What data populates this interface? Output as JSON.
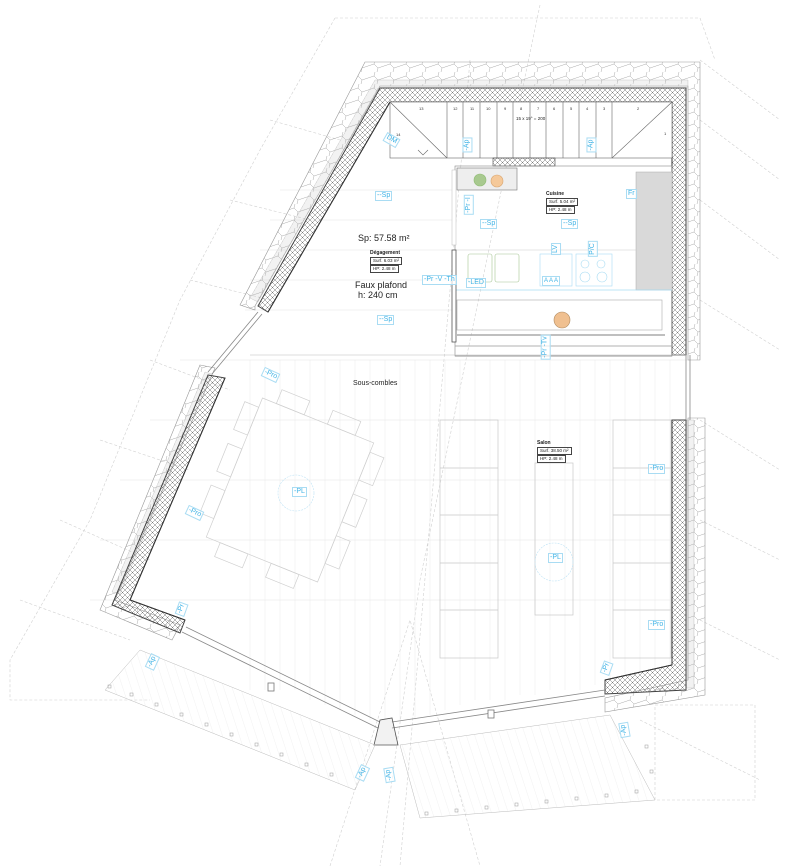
{
  "plan": {
    "summary_label": "Sp: 57.58 m²",
    "ceiling_note_line1": "Faux plafond",
    "ceiling_note_line2": "h: 240 cm",
    "attic_label": "Sous-combles",
    "stair_label": "15 x 19° = 200",
    "stair_steps": [
      "14",
      "13",
      "12",
      "11",
      "10",
      "9",
      "8",
      "7",
      "6",
      "5",
      "4",
      "3",
      "2",
      "1"
    ],
    "rooms": [
      {
        "name": "Dégagement",
        "surface": "Surf. 6.03 m²",
        "height": "HP:   2.48 m"
      },
      {
        "name": "Cuisine",
        "surface": "Surf. 5.04 m²",
        "height": "HP:   2.48 m"
      },
      {
        "name": "Salon",
        "surface": "Surf. 38.50 m²",
        "height": "HP:   2.48 m"
      }
    ],
    "tags": {
      "dm": "DM",
      "ap_1": "-Ap",
      "ap_2": "-Ap",
      "sp_1": "--Sp",
      "sp_2": "--Sp",
      "sp_3": "--Sp",
      "sp_4": "--Sp",
      "pr_1": "-Pr -I",
      "fr": "Fr",
      "lv": "LV",
      "pc": "P/C",
      "led": "-LED",
      "pr_v_th": "-Pr -V -Th",
      "pr_tv": "-Pr -Tv",
      "pro_1": "-Pro",
      "pro_2": "-Pro",
      "pro_3": "-Pro",
      "pro_4": "-Pro",
      "pl_1": "-PL",
      "pl_2": "-PL",
      "pr_l": "-Pr",
      "pr_r": "-Pr",
      "ap_bl": "-Ap",
      "ap_bm1": "-Ap",
      "ap_bm2": "-Ap",
      "ap_br": "-Ap",
      "outlets": "A A A"
    },
    "colors": {
      "wall_line": "#444444",
      "grid_line": "#cfcfcf",
      "annotation": "#3fb3e6",
      "cabinet_fill": "#d9d9d9",
      "sink_green": "#8fbc74",
      "lamp_orange": "#f0b27a"
    }
  }
}
